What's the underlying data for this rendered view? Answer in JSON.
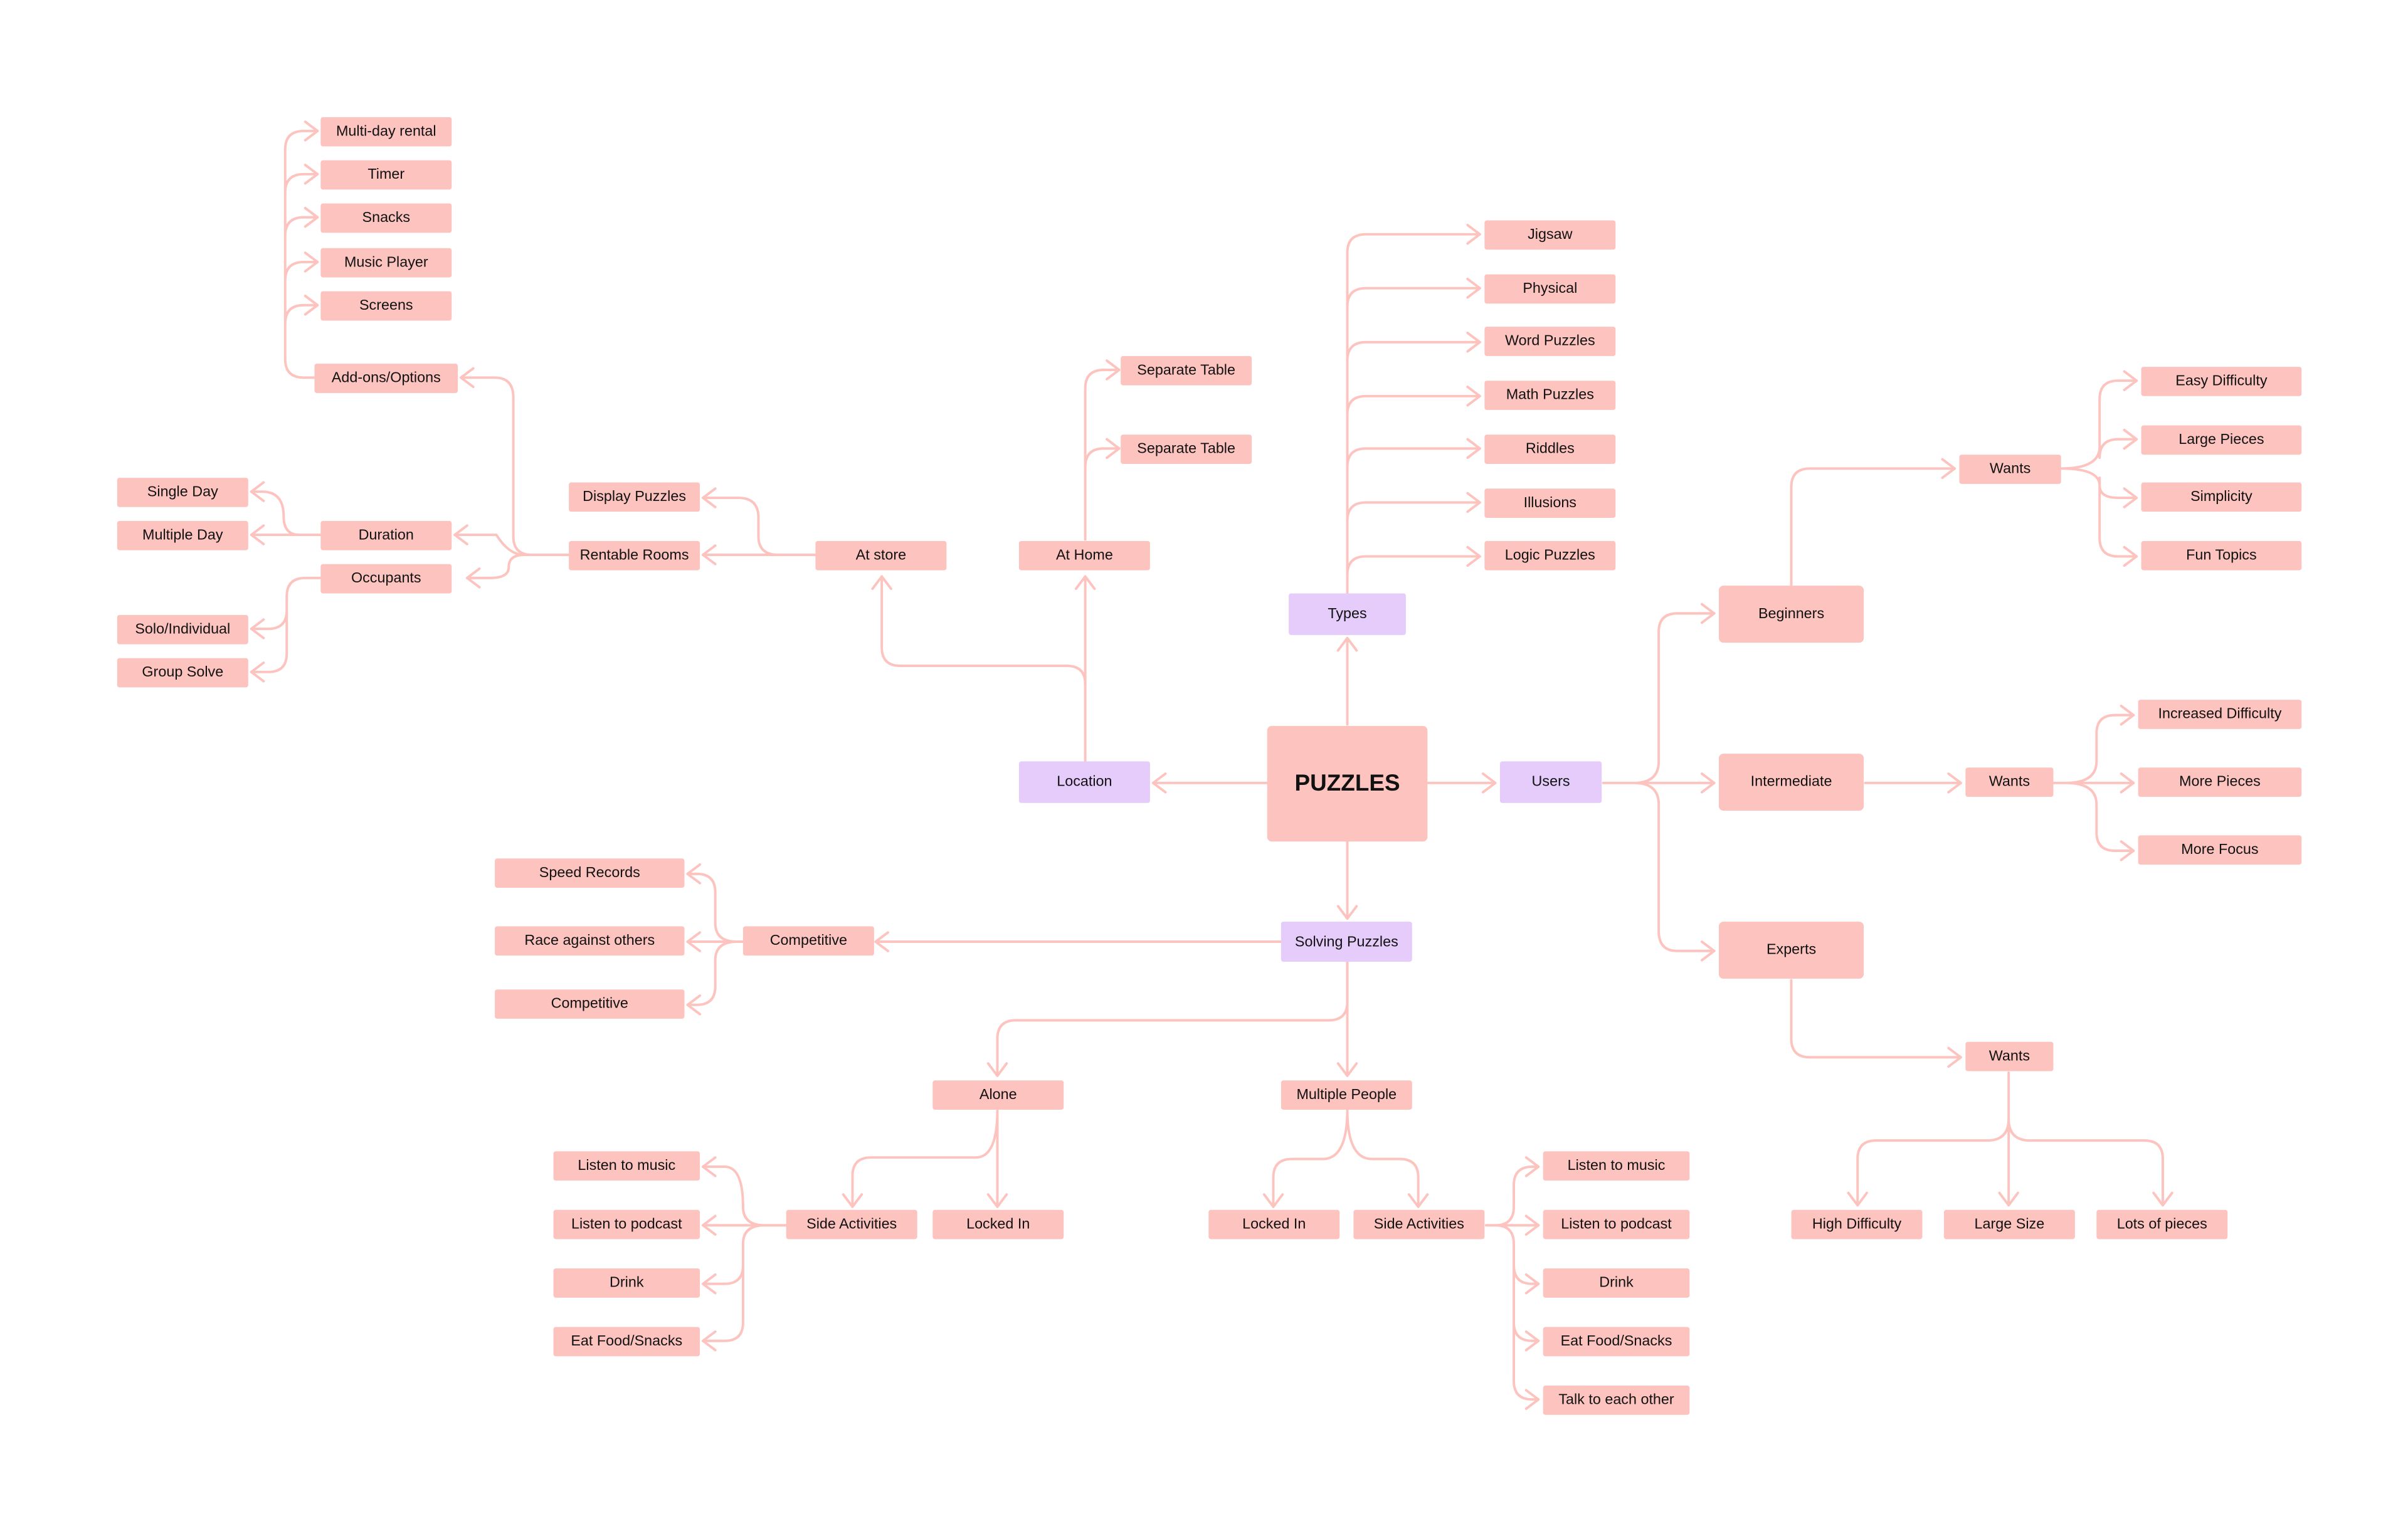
{
  "colors": {
    "node": "#fdc3bf",
    "category": "#e5ccfa",
    "edge": "#fdc3bf",
    "text": "#111111",
    "background": "#ffffff"
  },
  "nodes": {
    "root": "PUZZLES",
    "location": "Location",
    "types": "Types",
    "users": "Users",
    "solving": "Solving Puzzles",
    "at_store": "At store",
    "at_home": "At Home",
    "separate_table_1": "Separate Table",
    "separate_table_2": "Separate Table",
    "display_puzzles": "Display Puzzles",
    "rentable_rooms": "Rentable Rooms",
    "add_ons": "Add-ons/Options",
    "multi_day_rental": "Multi-day rental",
    "timer": "Timer",
    "snacks": "Snacks",
    "music_player": "Music Player",
    "screens": "Screens",
    "duration": "Duration",
    "occupants": "Occupants",
    "single_day": "Single Day",
    "multiple_day": "Multiple Day",
    "solo_individual": "Solo/Individual",
    "group_solve": "Group Solve",
    "jigsaw": "Jigsaw",
    "physical": "Physical",
    "word_puzzles": "Word Puzzles",
    "math_puzzles": "Math Puzzles",
    "riddles": "Riddles",
    "illusions": "Illusions",
    "logic_puzzles": "Logic Puzzles",
    "beginners": "Beginners",
    "intermediate": "Intermediate",
    "experts": "Experts",
    "wants_beginners": "Wants",
    "wants_intermediate": "Wants",
    "wants_experts": "Wants",
    "easy_difficulty": "Easy Difficulty",
    "large_pieces": "Large Pieces",
    "simplicity": "Simplicity",
    "fun_topics": "Fun Topics",
    "increased_difficulty": "Increased Difficulty",
    "more_pieces": "More Pieces",
    "more_focus": "More Focus",
    "high_difficulty": "High Difficulty",
    "large_size": "Large Size",
    "lots_of_pieces": "Lots of pieces",
    "competitive_node": "Competitive",
    "speed_records": "Speed Records",
    "race_against_others": "Race against others",
    "competitive_leaf": "Competitive",
    "alone": "Alone",
    "multiple_people": "Multiple People",
    "side_activities_alone": "Side Activities",
    "locked_in_alone": "Locked In",
    "locked_in_multi": "Locked In",
    "side_activities_multi": "Side Activities",
    "listen_music_alone": "Listen to music",
    "listen_podcast_alone": "Listen to podcast",
    "drink_alone": "Drink",
    "eat_food_alone": "Eat Food/Snacks",
    "listen_music_multi": "Listen to music",
    "listen_podcast_multi": "Listen to podcast",
    "drink_multi": "Drink",
    "eat_food_multi": "Eat Food/Snacks",
    "talk_each_other": "Talk to each other"
  }
}
